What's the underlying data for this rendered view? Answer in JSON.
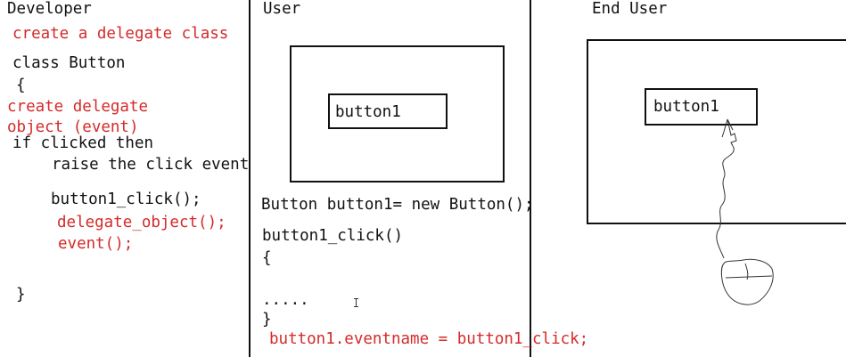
{
  "developer": {
    "header": "Developer",
    "step1": "create a delegate class",
    "class_decl": "class Button",
    "open_brace": "{",
    "step2_line1": "create delegate",
    "step2_line2": "object (event)",
    "if_line": "if clicked then",
    "raise_line": "raise the click event",
    "click_call": "button1_click();",
    "delegate_call": "delegate_object();",
    "event_call": "event();",
    "close_brace": "}"
  },
  "user": {
    "header": "User",
    "button_label": "button1",
    "decl": "Button button1= new Button();",
    "method": "button1_click()",
    "open_brace": "{",
    "dots": ".....",
    "close_brace": "}",
    "assign": "button1.eventname = button1_click;"
  },
  "end_user": {
    "header": "End User",
    "button_label": "button1"
  },
  "colors": {
    "annotation": "#d42a2a",
    "ink": "#111111"
  }
}
